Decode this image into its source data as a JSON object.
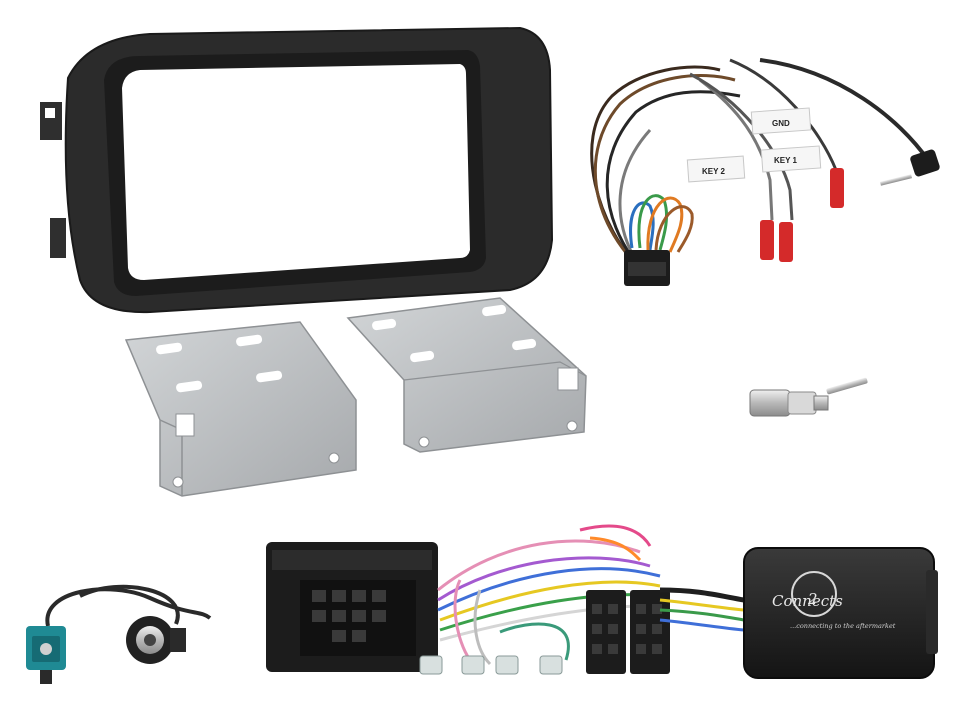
{
  "scene": {
    "background": "#ffffff",
    "items": [
      "double-din-fascia-panel",
      "left-mounting-bracket",
      "right-mounting-bracket",
      "steering-control-patch-lead",
      "3-5mm-jack-lead",
      "antenna-adapter-plug",
      "fakra-antenna-adapter-cable",
      "iso-harness-connector",
      "steering-control-interface-box"
    ]
  },
  "labels": {
    "gnd": "GND",
    "key2": "KEY 2",
    "key1": "KEY 1"
  },
  "brand": {
    "name": "Connects",
    "digit": "2",
    "tagline": "...connecting to the aftermarket"
  },
  "colors": {
    "fascia": "#2b2b2b",
    "bracket": "#b9bcbe",
    "terminal_red": "#d42a2a",
    "interface_box": "#1f1f1f",
    "connector": "#1c1c1c"
  }
}
